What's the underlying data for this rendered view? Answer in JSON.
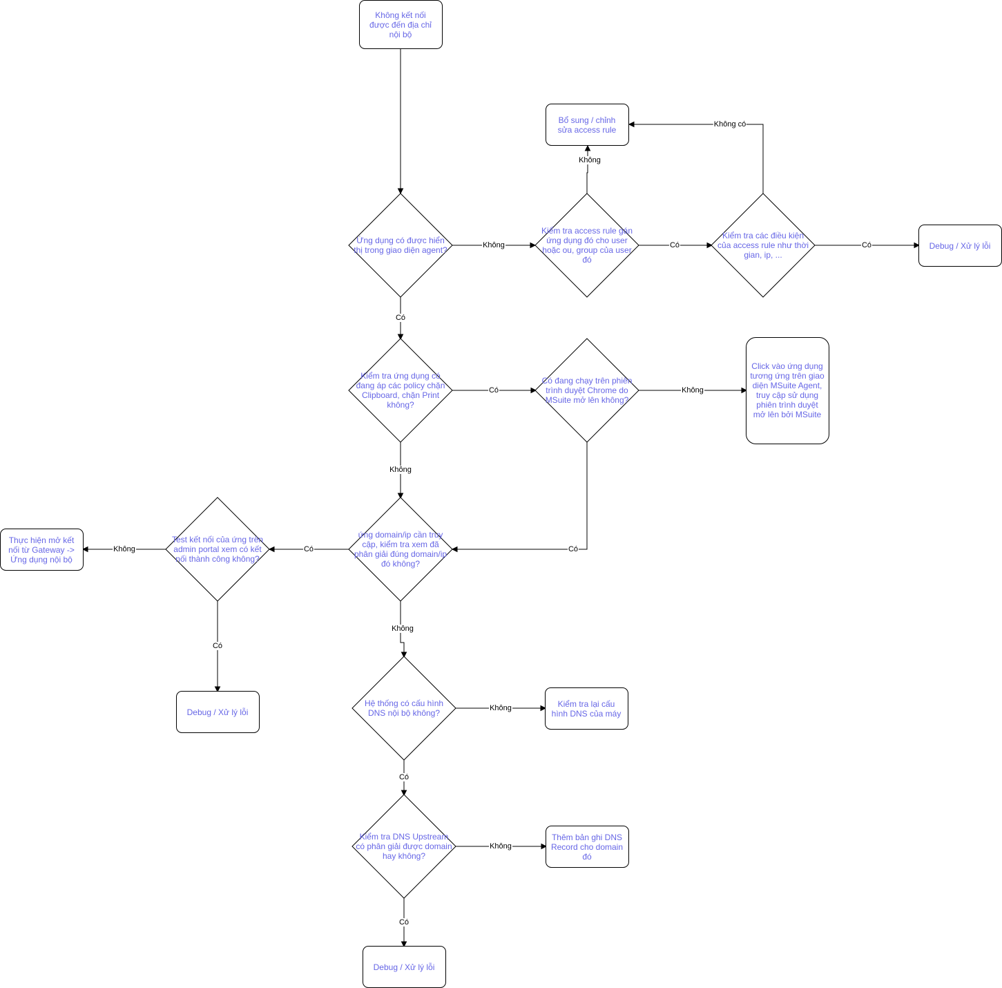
{
  "colors": {
    "node_text": "#6666e6",
    "stroke": "#000000",
    "background": "#ffffff"
  },
  "nodes": {
    "start": "Không kết nối được đến địa chỉ nội bộ",
    "d_app_shown": "Ứng dụng có được hiển thị trong giao diện agent?",
    "d_access_rule": "Kiểm tra access rule gán ứng dụng đó cho user hoặc ou, group của user đó",
    "d_rule_conditions": "Kiểm tra các điều kiện của access rule như thời gian, ip, ...",
    "r_edit_rule": "Bổ sung / chỉnh sửa access rule",
    "r_debug_1": "Debug / Xử lý lỗi",
    "d_policy": "Kiểm tra ứng dụng có đang áp các policy chặn Clipboard, chặn Print không?",
    "d_chrome": "Có đang chạy trên phiên trình duyệt Chrome do MSuite mở lên không?",
    "r_click_app": "Click vào ứng dụng tương ứng trên giao diện MSuite Agent, truy cập sử dụng phiên trình duyệt mở lên bởi MSuite",
    "d_domain": "ứng domain/ip cần truy cập, kiểm tra xem đã phân giải đúng domain/ip đó không?",
    "d_test_conn": "Test kết nối của ứng trên admin portal xem có kết nối thành công không?",
    "r_gateway": "Thực hiện mở kết nối từ Gateway -> Ứng dụng nội bộ",
    "r_debug_2": "Debug / Xử lý lỗi",
    "d_dns_config": "Hệ thống có cấu hình DNS nội bộ không?",
    "r_check_dns": "Kiểm tra lại cấu hình DNS của máy",
    "d_dns_upstream": "Kiểm tra DNS Upstream có phân giải được domain hay không?",
    "r_add_record": "Thêm bản ghi DNS Record cho domain đó",
    "r_debug_3": "Debug / Xử lý lỗi"
  },
  "edges": {
    "app_shown_no": "Không",
    "access_rule_no": "Không",
    "access_rule_yes": "Có",
    "conditions_no": "Không có",
    "conditions_yes": "Có",
    "app_shown_yes": "Có",
    "policy_yes": "Có",
    "chrome_no": "Không",
    "policy_no": "Không",
    "chrome_yes": "Có",
    "domain_yes": "Có",
    "test_no": "Không",
    "test_yes": "Có",
    "domain_no": "Không",
    "dns_config_no": "Không",
    "dns_config_yes": "Có",
    "upstream_no": "Không",
    "upstream_yes": "Có"
  }
}
